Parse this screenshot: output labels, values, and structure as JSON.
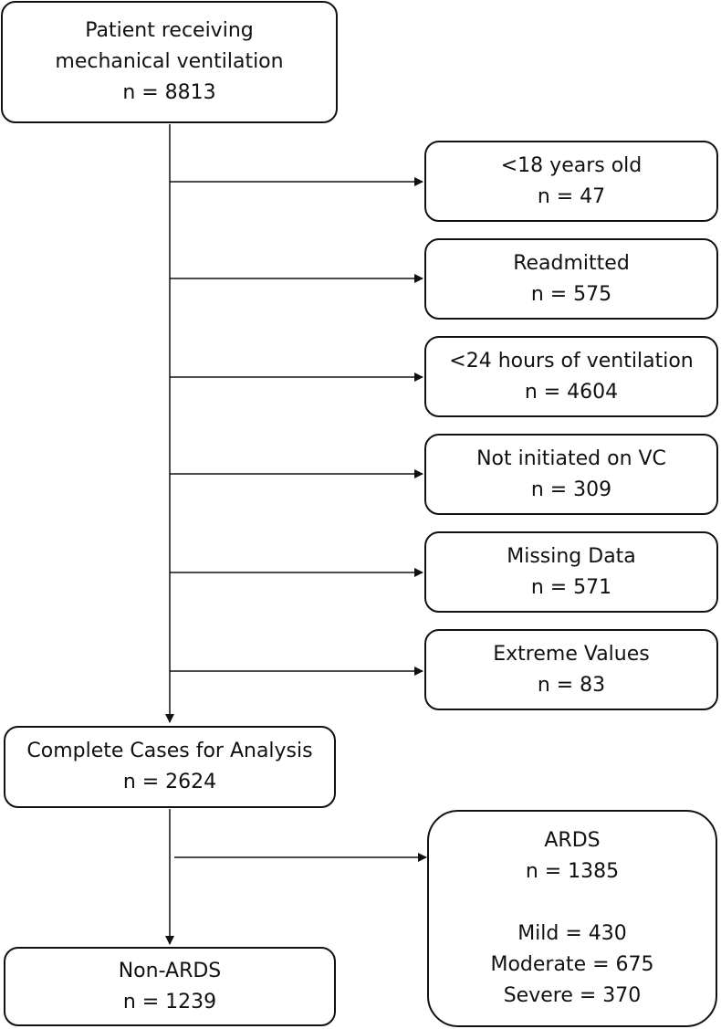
{
  "start": {
    "line1": "Patient receiving",
    "line2": "mechanical ventilation",
    "count": "n = 8813"
  },
  "exclusions": [
    {
      "label": "<18 years old",
      "count": "n = 47"
    },
    {
      "label": "Readmitted",
      "count": "n = 575"
    },
    {
      "label": "<24 hours of ventilation",
      "count": "n = 4604"
    },
    {
      "label": "Not initiated on VC",
      "count": "n = 309"
    },
    {
      "label": "Missing Data",
      "count": "n = 571"
    },
    {
      "label": "Extreme Values",
      "count": "n = 83"
    }
  ],
  "complete": {
    "label": "Complete Cases for Analysis",
    "count": "n = 2624"
  },
  "non_ards": {
    "label": "Non-ARDS",
    "count": "n = 1239"
  },
  "ards": {
    "label": "ARDS",
    "count": "n = 1385",
    "mild": "Mild = 430",
    "moderate": "Moderate = 675",
    "severe": "Severe = 370"
  }
}
